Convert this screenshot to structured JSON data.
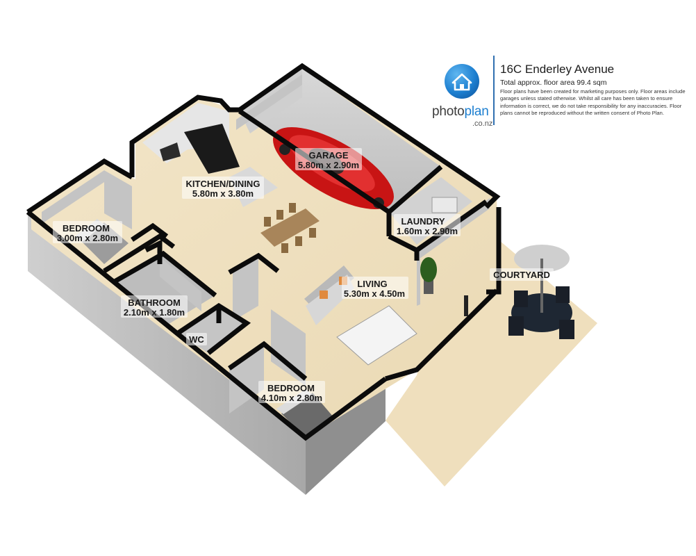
{
  "header": {
    "address": "16C Enderley Avenue",
    "floor_area": "Total approx. floor area 99.4 sqm",
    "disclaimer": "Floor plans have been created for marketing purposes only. Floor areas include garages unless stated otherwise. Whilst all care has been taken to ensure information is correct, we do not take responsibility for any inaccuracies. Floor plans cannot be reproduced without the written consent of Photo Plan."
  },
  "logo": {
    "word_a": "photo",
    "word_b": "plan",
    "sub": ".co.nz",
    "icon": "house-icon"
  },
  "rooms": {
    "garage": {
      "name": "GARAGE",
      "size": "5.80m x 2.90m"
    },
    "kitchen": {
      "name": "KITCHEN/DINING",
      "size": "5.80m x 3.80m"
    },
    "bedroom1": {
      "name": "BEDROOM",
      "size": "3.00m x 2.80m"
    },
    "laundry": {
      "name": "LAUNDRY",
      "size": "1.60m x 2.90m"
    },
    "living": {
      "name": "LIVING",
      "size": "5.30m x 4.50m"
    },
    "courtyard": {
      "name": "COURTYARD"
    },
    "bathroom": {
      "name": "BATHROOM",
      "size": "2.10m x 1.80m"
    },
    "wc": {
      "name": "WC"
    },
    "bedroom2": {
      "name": "BEDROOM",
      "size": "4.10m x 2.80m"
    }
  },
  "colors": {
    "floor": "#f0e2c2",
    "wall_top": "#0c0c0c",
    "wall_inner": "#c9c9c9",
    "wall_outer": "#b8b8b8",
    "car": "#d01818",
    "brand": "#1d7fd0"
  }
}
